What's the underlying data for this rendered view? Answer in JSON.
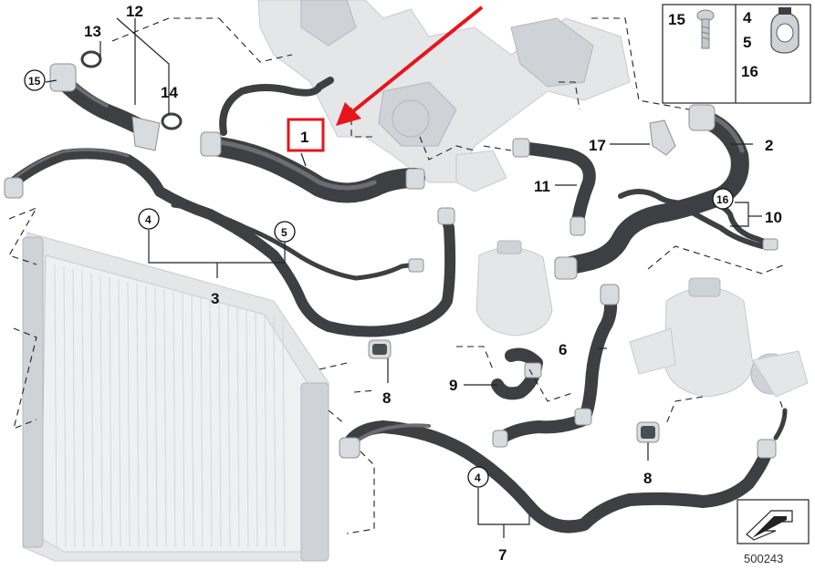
{
  "diagram": {
    "reference_number": "500243",
    "highlight_color": "#e8141c",
    "callouts": {
      "c1": "1",
      "c2": "2",
      "c3": "3",
      "c4a": "4",
      "c4b": "4",
      "c5a": "5",
      "c6": "6",
      "c7": "7",
      "c8a": "8",
      "c8b": "8",
      "c9": "9",
      "c10": "10",
      "c11": "11",
      "c12": "12",
      "c13": "13",
      "c14": "14",
      "c15a": "15",
      "c16a": "16",
      "c17": "17"
    },
    "legend": {
      "screw_label": "15",
      "clip_label_top": "4",
      "clip_label_mid": "5",
      "clip_label_bottom": "16"
    }
  }
}
